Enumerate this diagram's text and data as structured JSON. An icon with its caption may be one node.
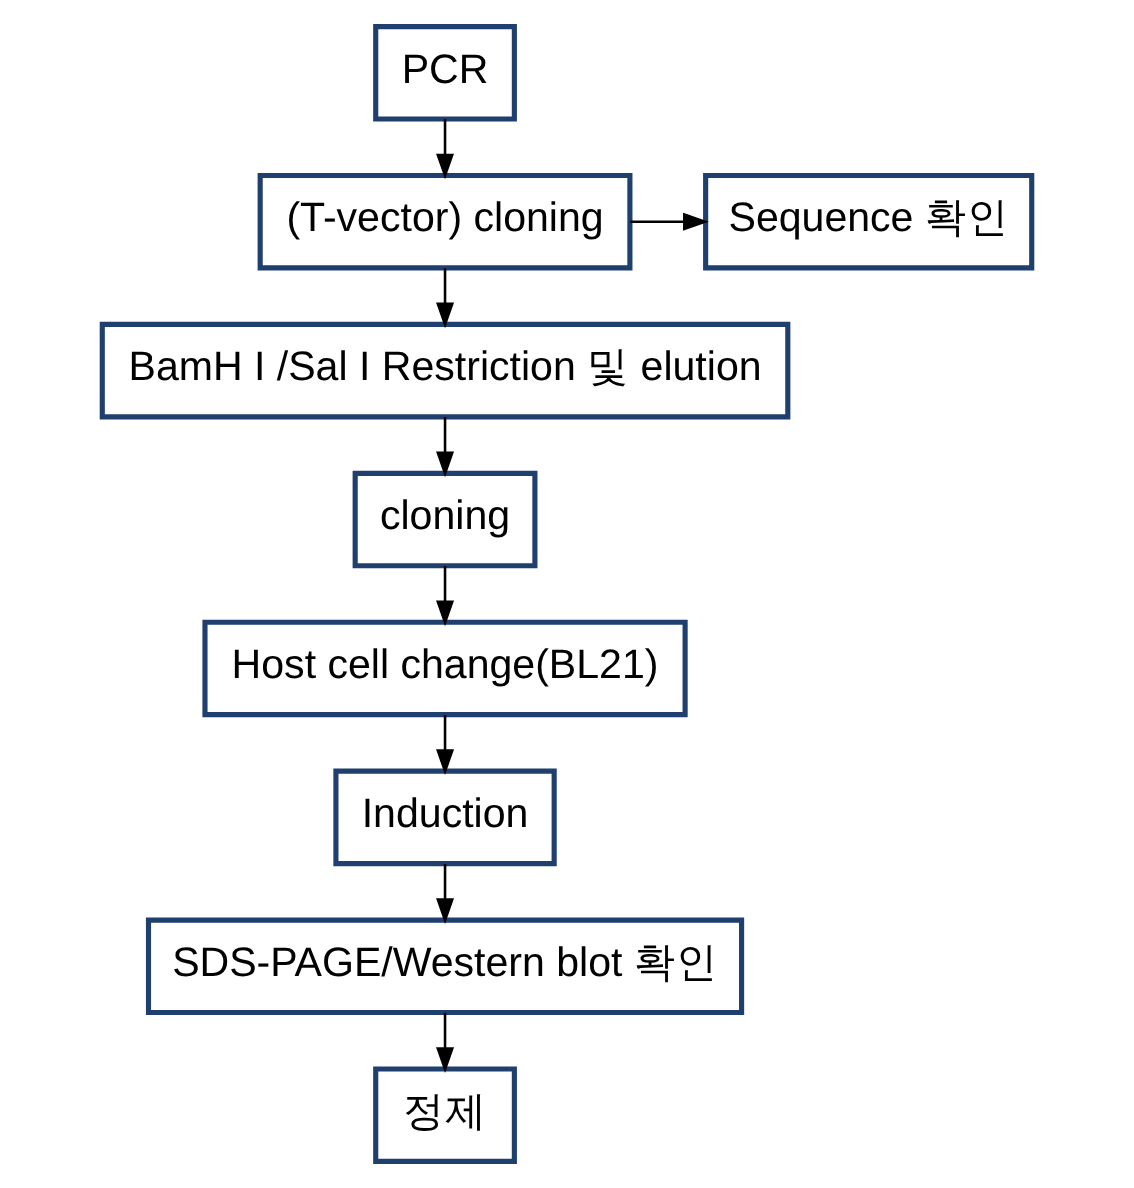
{
  "diagram": {
    "nodes": [
      {
        "text": [
          "PCR"
        ]
      },
      {
        "text": [
          "(T-vector) cloning"
        ]
      },
      {
        "text": [
          "Sequence 확인"
        ]
      },
      {
        "text": [
          "BamH I /Sal I Restriction 및 elution"
        ]
      },
      {
        "text": [
          "cloning"
        ]
      },
      {
        "text": [
          "Host cell change(BL21)"
        ]
      },
      {
        "text": [
          "Induction"
        ]
      },
      {
        "text": [
          "SDS-PAGE/Western blot 확인"
        ]
      },
      {
        "text": [
          "정제"
        ]
      }
    ],
    "edges": [
      {
        "from": 0,
        "to": 1,
        "arrow": "to"
      },
      {
        "from": 1,
        "to": 2,
        "arrow": "to"
      },
      {
        "from": 1,
        "to": 3,
        "arrow": "to"
      },
      {
        "from": 3,
        "to": 4,
        "arrow": "to"
      },
      {
        "from": 4,
        "to": 5,
        "arrow": "to"
      },
      {
        "from": 5,
        "to": 6,
        "arrow": "to"
      },
      {
        "from": 6,
        "to": 7,
        "arrow": "to"
      },
      {
        "from": 7,
        "to": 8,
        "arrow": "to"
      }
    ]
  }
}
